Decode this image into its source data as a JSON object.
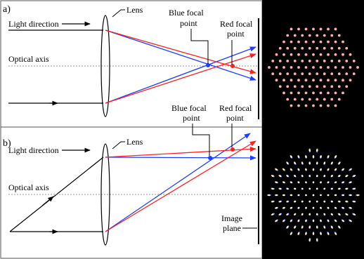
{
  "panels": {
    "a": {
      "panel_label": "a)",
      "light_direction_label": "Light direction",
      "lens_label": "Lens",
      "optical_axis_label": "Optical axis",
      "blue_focal_label_line1": "Blue focal",
      "blue_focal_label_line2": "point",
      "red_focal_label_line1": "Red focal",
      "red_focal_label_line2": "point"
    },
    "b": {
      "panel_label": "b)",
      "light_direction_label": "Light direction",
      "lens_label": "Lens",
      "optical_axis_label": "Optical axis",
      "blue_focal_label_line1": "Blue focal",
      "blue_focal_label_line2": "point",
      "red_focal_label_line1": "Red focal",
      "red_focal_label_line2": "point",
      "image_plane_label_line1": "Image",
      "image_plane_label_line2": "plane"
    }
  },
  "colors": {
    "blue_ray": "#1f3dff",
    "red_ray": "#ff2020",
    "dot_colors": [
      "#ffb0b0",
      "#ffffff",
      "#ffd060",
      "#8090ff"
    ],
    "background_right": "#000000"
  }
}
